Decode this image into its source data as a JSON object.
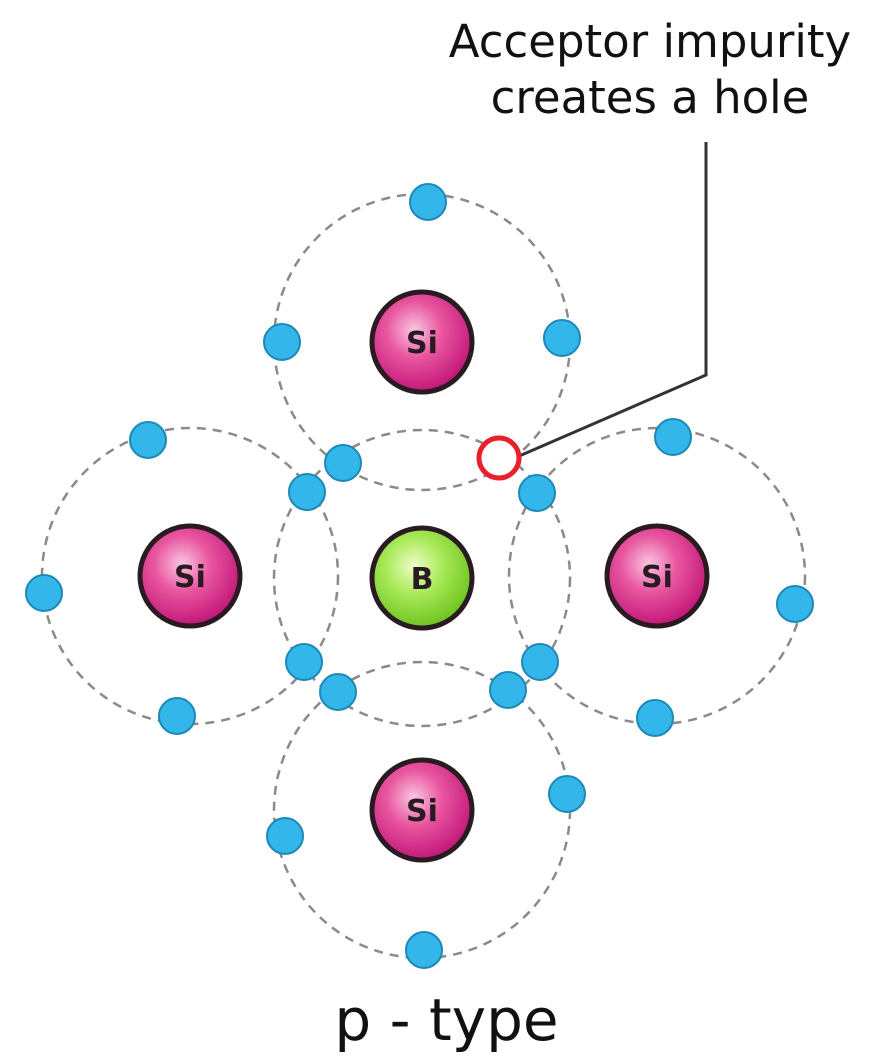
{
  "annotation": {
    "line1": "Acceptor impurity",
    "line2": "creates a hole"
  },
  "caption": "p - type",
  "atoms": [
    {
      "id": "si-top",
      "label": "Si",
      "element": "silicon"
    },
    {
      "id": "si-left",
      "label": "Si",
      "element": "silicon"
    },
    {
      "id": "b-center",
      "label": "B",
      "element": "boron"
    },
    {
      "id": "si-right",
      "label": "Si",
      "element": "silicon"
    },
    {
      "id": "si-bottom",
      "label": "Si",
      "element": "silicon"
    }
  ],
  "colors": {
    "silicon": "#e0418f",
    "boron": "#8fe03a",
    "electron": "#33b6ea",
    "hole": "#e8202c",
    "orbit": "#8a8a8a"
  }
}
